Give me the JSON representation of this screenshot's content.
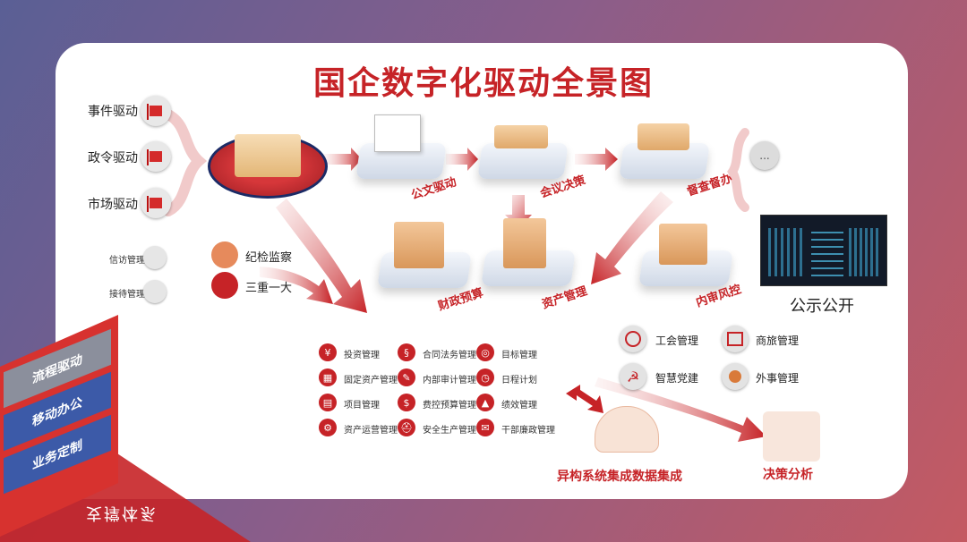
{
  "title": "国企数字化驱动全景图",
  "drivers": [
    {
      "label": "事件驱动",
      "icon": "flag-icon"
    },
    {
      "label": "政令驱动",
      "icon": "flag-icon"
    },
    {
      "label": "市场驱动",
      "icon": "flag-icon"
    }
  ],
  "side_items": [
    {
      "label": "信访管理",
      "icon": "petition-icon"
    },
    {
      "label": "接待管理",
      "icon": "reception-icon"
    }
  ],
  "supervision": [
    {
      "label": "纪检监察",
      "icon": "discipline-icon",
      "color": "#e68a5c"
    },
    {
      "label": "三重一大",
      "icon": "gavel-icon",
      "color": "#c62327"
    }
  ],
  "flow_nodes": [
    {
      "label": "公文驱动"
    },
    {
      "label": "会议决策"
    },
    {
      "label": "督查督办"
    }
  ],
  "more": "...",
  "mgmt_nodes": [
    {
      "label": "财政预算"
    },
    {
      "label": "资产管理"
    },
    {
      "label": "内审风控"
    }
  ],
  "dashboard": {
    "caption": "公示公开"
  },
  "modules": [
    {
      "label": "投资管理"
    },
    {
      "label": "合同法务管理"
    },
    {
      "label": "目标管理"
    },
    {
      "label": "固定资产管理"
    },
    {
      "label": "内部审计管理"
    },
    {
      "label": "日程计划"
    },
    {
      "label": "项目管理"
    },
    {
      "label": "费控预算管理"
    },
    {
      "label": "绩效管理"
    },
    {
      "label": "资产运营管理"
    },
    {
      "label": "安全生产管理"
    },
    {
      "label": "干部廉政管理"
    }
  ],
  "extras": [
    {
      "label": "工会管理",
      "icon": "union-icon"
    },
    {
      "label": "商旅管理",
      "icon": "travel-icon"
    },
    {
      "label": "智慧党建",
      "icon": "party-icon"
    },
    {
      "label": "外事管理",
      "icon": "globe-icon"
    }
  ],
  "integration": {
    "label": "异构系统集成数据集成"
  },
  "decision": {
    "label": "决策分析"
  },
  "strips": [
    {
      "label": "流程驱动"
    },
    {
      "label": "移动办公"
    },
    {
      "label": "业务定制"
    }
  ],
  "corner_label": "支撑体系",
  "colors": {
    "accent": "#c62327",
    "background_left": "#5a5f95",
    "background_right": "#c45a62"
  }
}
